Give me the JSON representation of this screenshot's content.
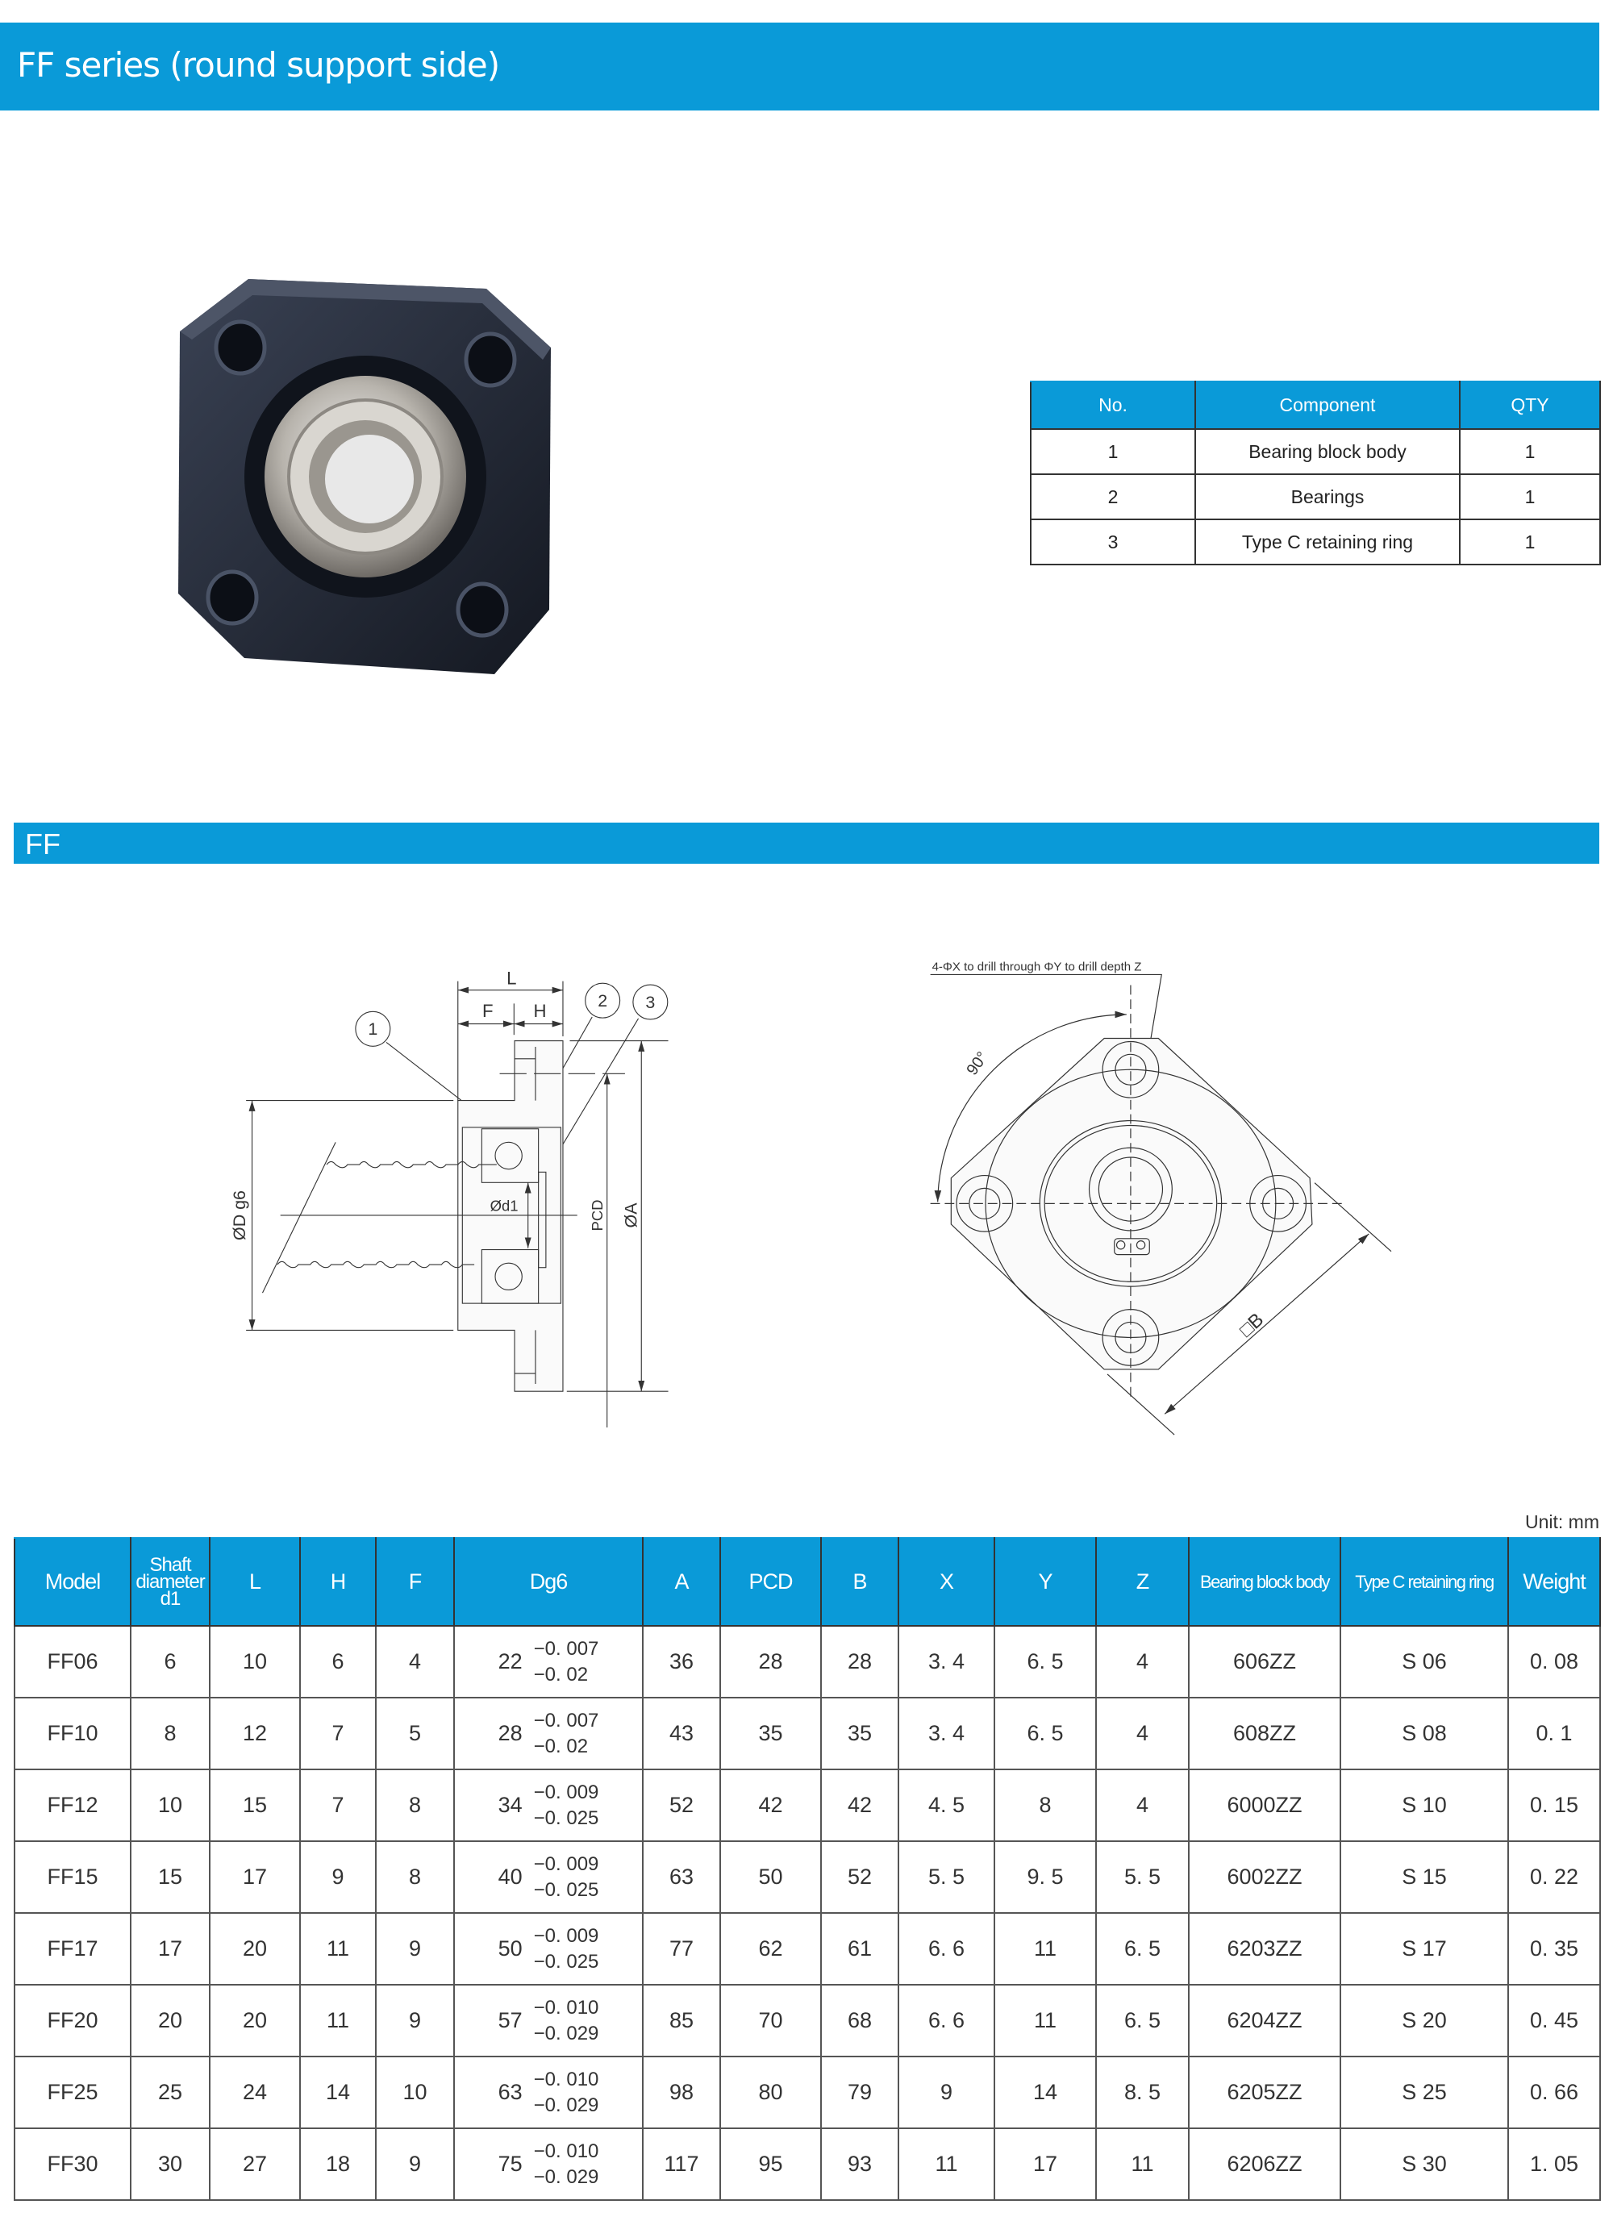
{
  "header": {
    "title": "FF series (round support side)"
  },
  "components": {
    "columns": [
      "No.",
      "Component",
      "QTY"
    ],
    "rows": [
      {
        "no": "1",
        "name": "Bearing block body",
        "qty": "1"
      },
      {
        "no": "2",
        "name": "Bearings",
        "qty": "1"
      },
      {
        "no": "3",
        "name": "Type C retaining ring",
        "qty": "1"
      }
    ]
  },
  "section": {
    "title": "FF"
  },
  "drawing_side": {
    "L": "L",
    "F": "F",
    "H": "H",
    "callouts": [
      "1",
      "2",
      "3"
    ],
    "D": "ØD g6",
    "d1": "Ød1",
    "PCD": "PCD",
    "A": "ØA"
  },
  "drawing_front": {
    "note": "4-ΦX to drill through ΦY to drill depth Z",
    "angle": "90°",
    "B": "□B"
  },
  "unit": "Unit: mm",
  "spec": {
    "columns": [
      "Model",
      "Shaft diameter d1",
      "L",
      "H",
      "F",
      "Dg6",
      "A",
      "PCD",
      "B",
      "X",
      "Y",
      "Z",
      "Bearing block body",
      "Type C retaining ring",
      "Weight"
    ],
    "rows": [
      {
        "model": "FF06",
        "d1": "6",
        "L": "10",
        "H": "6",
        "F": "4",
        "D": "22",
        "tu": "−0. 007",
        "tl": "−0. 02",
        "A": "36",
        "PCD": "28",
        "B": "28",
        "X": "3. 4",
        "Y": "6. 5",
        "Z": "4",
        "body": "606ZZ",
        "ring": "S  06",
        "w": "0. 08"
      },
      {
        "model": "FF10",
        "d1": "8",
        "L": "12",
        "H": "7",
        "F": "5",
        "D": "28",
        "tu": "−0. 007",
        "tl": "−0. 02",
        "A": "43",
        "PCD": "35",
        "B": "35",
        "X": "3. 4",
        "Y": "6. 5",
        "Z": "4",
        "body": "608ZZ",
        "ring": "S  08",
        "w": "0. 1"
      },
      {
        "model": "FF12",
        "d1": "10",
        "L": "15",
        "H": "7",
        "F": "8",
        "D": "34",
        "tu": "−0. 009",
        "tl": "−0. 025",
        "A": "52",
        "PCD": "42",
        "B": "42",
        "X": "4. 5",
        "Y": "8",
        "Z": "4",
        "body": "6000ZZ",
        "ring": "S  10",
        "w": "0. 15"
      },
      {
        "model": "FF15",
        "d1": "15",
        "L": "17",
        "H": "9",
        "F": "8",
        "D": "40",
        "tu": "−0. 009",
        "tl": "−0. 025",
        "A": "63",
        "PCD": "50",
        "B": "52",
        "X": "5. 5",
        "Y": "9. 5",
        "Z": "5. 5",
        "body": "6002ZZ",
        "ring": "S  15",
        "w": "0. 22"
      },
      {
        "model": "FF17",
        "d1": "17",
        "L": "20",
        "H": "11",
        "F": "9",
        "D": "50",
        "tu": "−0. 009",
        "tl": "−0. 025",
        "A": "77",
        "PCD": "62",
        "B": "61",
        "X": "6. 6",
        "Y": "11",
        "Z": "6. 5",
        "body": "6203ZZ",
        "ring": "S  17",
        "w": "0. 35"
      },
      {
        "model": "FF20",
        "d1": "20",
        "L": "20",
        "H": "11",
        "F": "9",
        "D": "57",
        "tu": "−0. 010",
        "tl": "−0. 029",
        "A": "85",
        "PCD": "70",
        "B": "68",
        "X": "6. 6",
        "Y": "11",
        "Z": "6. 5",
        "body": "6204ZZ",
        "ring": "S  20",
        "w": "0. 45"
      },
      {
        "model": "FF25",
        "d1": "25",
        "L": "24",
        "H": "14",
        "F": "10",
        "D": "63",
        "tu": "−0. 010",
        "tl": "−0. 029",
        "A": "98",
        "PCD": "80",
        "B": "79",
        "X": "9",
        "Y": "14",
        "Z": "8. 5",
        "body": "6205ZZ",
        "ring": "S  25",
        "w": "0. 66"
      },
      {
        "model": "FF30",
        "d1": "30",
        "L": "27",
        "H": "18",
        "F": "9",
        "D": "75",
        "tu": "−0. 010",
        "tl": "−0. 029",
        "A": "117",
        "PCD": "95",
        "B": "93",
        "X": "11",
        "Y": "17",
        "Z": "11",
        "body": "6206ZZ",
        "ring": "S  30",
        "w": "1. 05"
      }
    ]
  },
  "colors": {
    "accent": "#0a9ad8",
    "block": "#1c2230"
  }
}
